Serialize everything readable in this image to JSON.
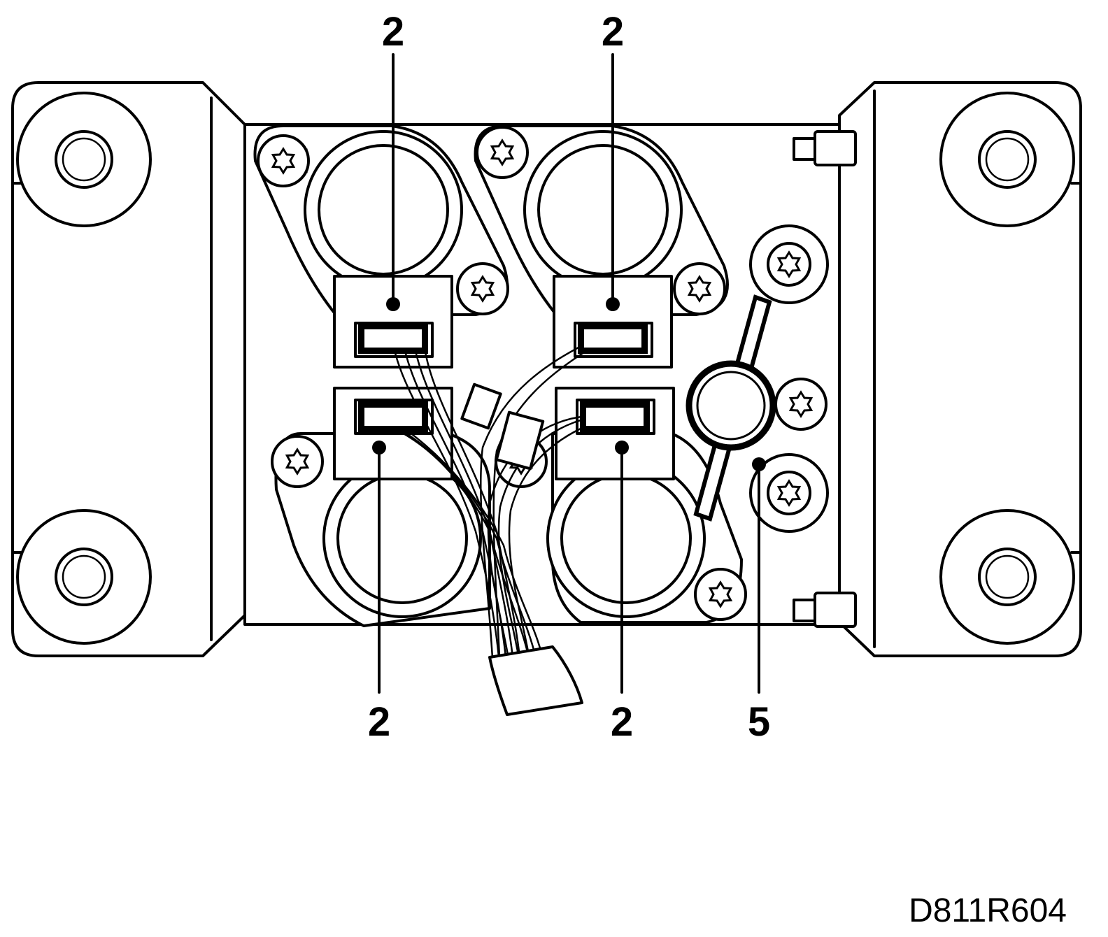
{
  "callouts": [
    {
      "id": "top-left",
      "label": "2"
    },
    {
      "id": "top-right",
      "label": "2"
    },
    {
      "id": "bottom-left",
      "label": "2"
    },
    {
      "id": "bottom-right",
      "label": "2"
    },
    {
      "id": "fitting",
      "label": "5"
    }
  ],
  "figure_id": "D811R604",
  "colors": {
    "line": "#000000",
    "background": "#ffffff"
  }
}
